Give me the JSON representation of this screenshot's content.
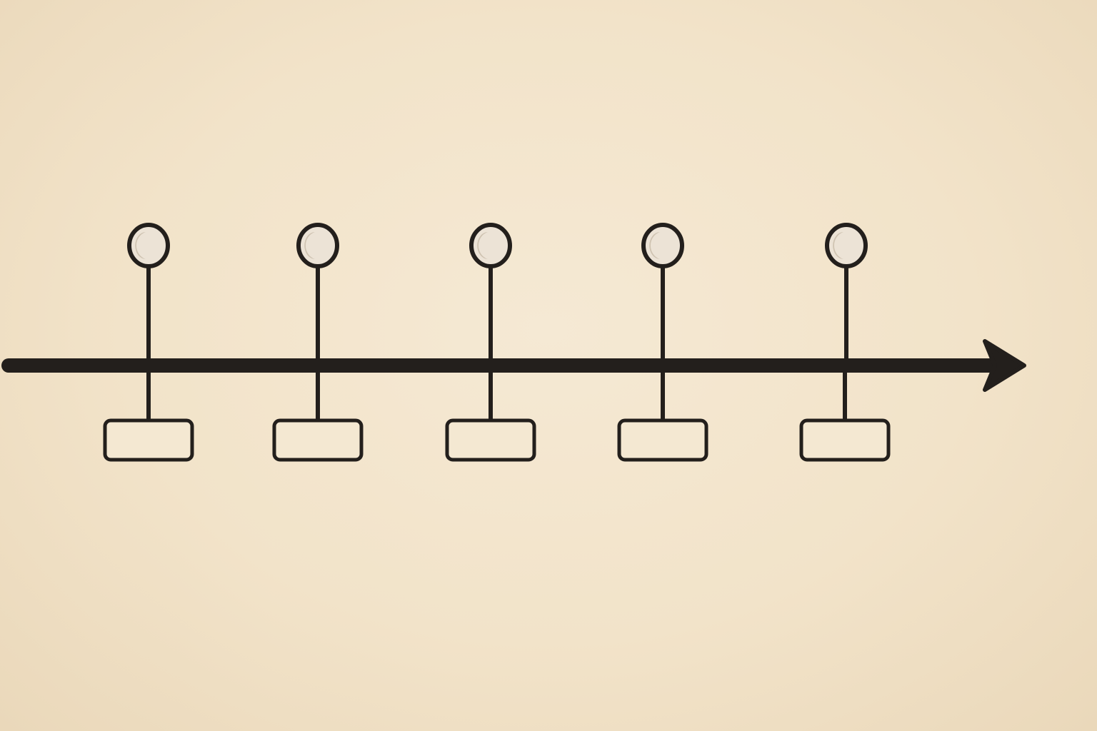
{
  "diagram": {
    "type": "timeline",
    "direction": "left-to-right",
    "marker_count": 5,
    "markers": [
      {
        "label": ""
      },
      {
        "label": ""
      },
      {
        "label": ""
      },
      {
        "label": ""
      },
      {
        "label": ""
      }
    ]
  },
  "colors": {
    "background": "#f3e6ce",
    "ink": "#231f1c",
    "pin_fill": "#ece3d6",
    "pin_shadow": "#cfc3b1",
    "box_fill": "#f4e8d2"
  }
}
